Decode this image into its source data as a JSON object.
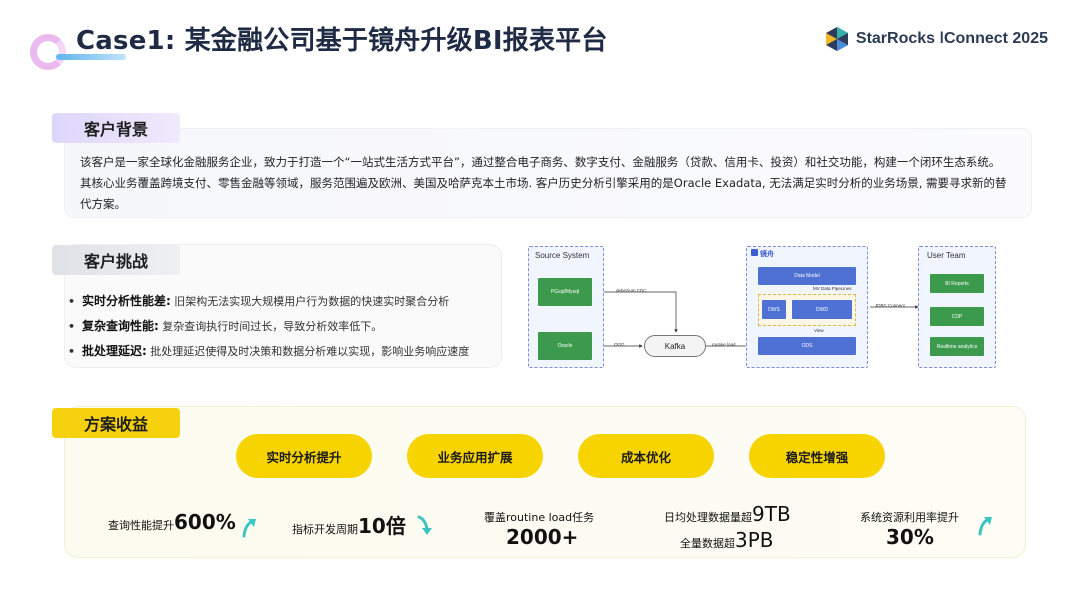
{
  "header": {
    "title": "Case1: 某金融公司基于镜舟升级BI报表平台",
    "brand": "StarRocks ǀConnect 2025"
  },
  "background": {
    "label": "客户背景",
    "text": "该客户是一家全球化金融服务企业，致力于打造一个“一站式生活方式平台”，通过整合电子商务、数字支付、金融服务（贷款、信用卡、投资）和社交功能，构建一个闭环生态系统。其核心业务覆盖跨境支付、零售金融等领域，服务范围遍及欧洲、美国及哈萨克本土市场. 客户历史分析引擎采用的是Oracle Exadata, 无法满足实时分析的业务场景, 需要寻求新的替代方案。"
  },
  "challenges": {
    "label": "客户挑战",
    "items": [
      {
        "bullet": "•",
        "key": "实时分析性能差:",
        "text": " 旧架构无法实现大规模用户行为数据的快速实时聚合分析"
      },
      {
        "bullet": "•",
        "key": "复杂查询性能:",
        "text": " 复杂查询执行时间过长，导致分析效率低下。"
      },
      {
        "bullet": "•",
        "key": "批处理延迟:",
        "text": " 批处理延迟使得及时决策和数据分析难以实现，影响业务响应速度"
      }
    ]
  },
  "diagram": {
    "source_group": "Source System",
    "source_1": "PGsql/Mysql",
    "source_2": "Oracle",
    "link_cdc": "debezium CDC",
    "link_ogg": "OGG",
    "kafka": "Kafka",
    "link_routine": "routine load",
    "engine_group": "镜舟",
    "data_model": "Data Model",
    "mv_label": "MV Data PipeLines",
    "dws": "DWS",
    "dwd": "DWD",
    "view_label": "View",
    "ods": "ODS",
    "link_jdbc": "JDBC Connect",
    "user_group": "User Team",
    "user_1": "BI Reports",
    "user_2": "CDP",
    "user_3": "Realtime analytics"
  },
  "benefits": {
    "label": "方案收益",
    "pills": [
      "实时分析提升",
      "业务应用扩展",
      "成本优化",
      "稳定性增强"
    ],
    "m1_label": "查询性能提升",
    "m1_value": "600%",
    "m2_label": "指标开发周期",
    "m2_value": "10倍",
    "m3_label": "覆盖routine load任务",
    "m3_value": "2000+",
    "m4_label_a": "日均处理数据量超",
    "m4_value_a": "9TB",
    "m4_label_b": "全量数据超",
    "m4_value_b": "3PB",
    "m5_label": "系统资源利用率提升",
    "m5_value": "30%",
    "colors": {
      "accent_yellow": "#f7d400",
      "arrow_teal": "#3cc6c2"
    }
  }
}
